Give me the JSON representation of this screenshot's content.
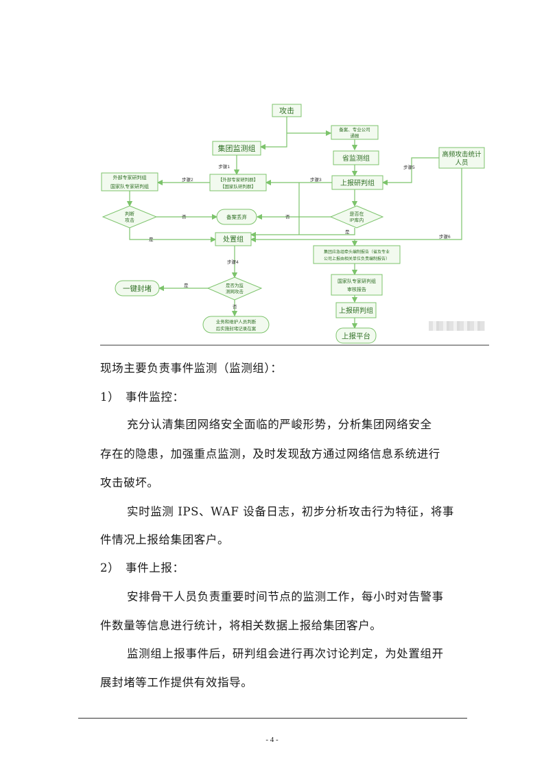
{
  "diagram": {
    "nodes": {
      "attack": "攻击",
      "group_monitor": "集团监测组",
      "backup_company": [
        "备案、专业公司",
        "通报"
      ],
      "province_monitor": "省监测组",
      "high_freq_stats": [
        "高频攻击统计",
        "人员"
      ],
      "expert_pool": [
        "【外部专家研判群】",
        "【国家队研判群】"
      ],
      "external_experts": "外部专家研判组",
      "national_experts": "国家队专家研判组",
      "report_judge_1": "上报研判组",
      "judge_attack": [
        "判断",
        "攻击"
      ],
      "record_discard": "备案丢弃",
      "in_ip_lib": [
        "是否在",
        "IP库内"
      ],
      "disposal_group": "处置组",
      "group_report": [
        "集团应急组牵头编制报告（省及专业",
        "公司上报由相关单位负责编制报告）"
      ],
      "national_review": [
        "国家队专家研判组",
        "审核报告"
      ],
      "report_judge_2": "上报研判组",
      "report_platform": "上报平台",
      "is_real_attack": [
        "是否为监",
        "测网攻击"
      ],
      "one_click_block": "一键封堵",
      "biz_check": [
        "业务和维护人员判断",
        "后实施封堵记录在案"
      ]
    },
    "edge_labels": {
      "step1": "步骤1",
      "step2": "步骤2",
      "step3": "步骤3",
      "step4": "步骤4",
      "step5": "步骤5",
      "step6": "步骤6",
      "no": "否",
      "yes": "是"
    }
  },
  "body": {
    "line1": "现场主要负责事件监测（监测组）：",
    "heading1": "1）　事件监控：",
    "para1_l1": "充分认清集团网络安全面临的严峻形势，分析集团网络安全",
    "para1_l2": "存在的隐患，加强重点监测，及时发现敌方通过网络信息系统进行",
    "para1_l3": "攻击破坏。",
    "para2_l1": "实时监测 IPS、WAF 设备日志，初步分析攻击行为特征，将事",
    "para2_l2": "件情况上报给集团客户。",
    "heading2": "2）　事件上报：",
    "para3_l1": "安排骨干人员负责重要时间节点的监测工作，每小时对告警事",
    "para3_l2": "件数量等信息进行统计，将相关数据上报给集团客户。",
    "para4_l1": "监测组上报事件后，研判组会进行再次讨论判定，为处置组开",
    "para4_l2": "展封堵等工作提供有效指导。"
  },
  "footer": {
    "page_number": "- 4 -"
  },
  "colors": {
    "node_stroke": "#7cc36b",
    "node_fill": "#f2faef",
    "node_text": "#2f6f24",
    "line": "#7cc36b"
  }
}
